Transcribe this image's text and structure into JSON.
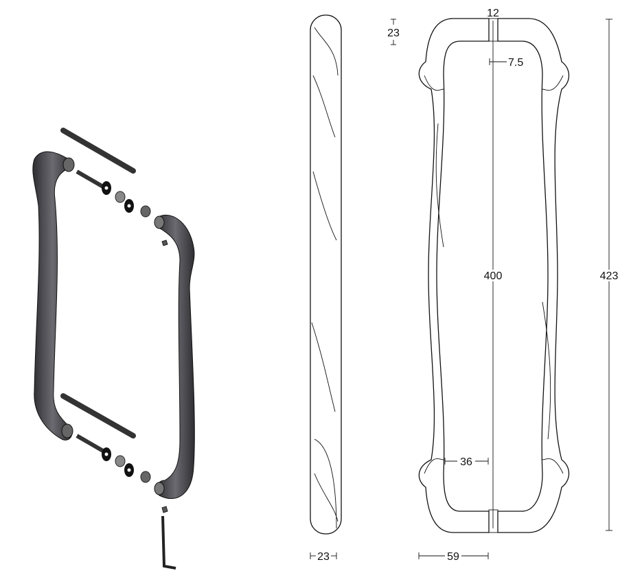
{
  "drawing": {
    "views": [
      "exploded-isometric",
      "side-view",
      "front-view"
    ],
    "dimensions": {
      "overall_height": "423",
      "center_to_center": "400",
      "standoff_gap": "12",
      "bar_thickness_top": "23",
      "bar_thickness_bottom": "23",
      "rod_offset": "7.5",
      "grip_width": "36",
      "projection": "59"
    },
    "colors": {
      "line": "#111111",
      "part_fill": "#4a4a4e",
      "background": "#ffffff"
    }
  }
}
